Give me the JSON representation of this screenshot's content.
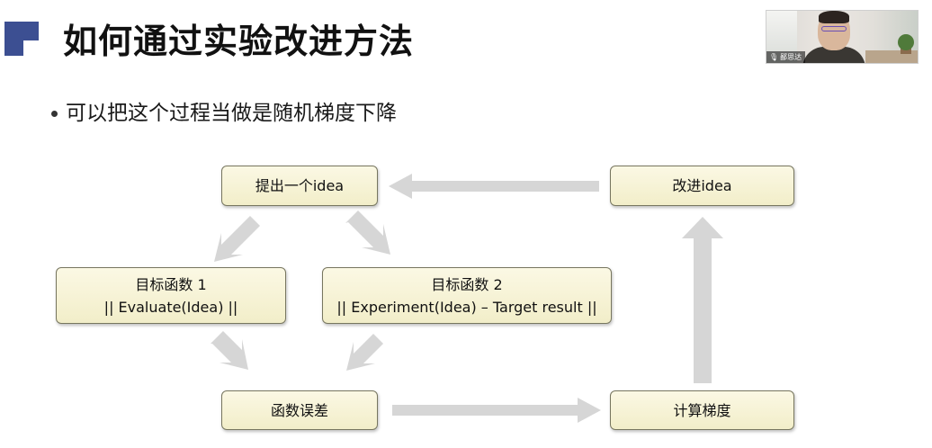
{
  "slide": {
    "title": "如何通过实验改进方法",
    "bullet": "可以把这个过程当做是随机梯度下降"
  },
  "video_overlay": {
    "participant_name": "鄙思达"
  },
  "diagram": {
    "nodes": {
      "propose_idea": "提出一个idea",
      "improve_idea": "改进idea",
      "objective_1_title": "目标函数 1",
      "objective_1_formula": "|| Evaluate(Idea) ||",
      "objective_2_title": "目标函数 2",
      "objective_2_formula": "|| Experiment(Idea) – Target result ||",
      "function_error": "函数误差",
      "compute_gradient": "计算梯度"
    },
    "arrow_color": "#d6d6d6",
    "box_fill": "#f5f2d6",
    "box_border": "#77765f"
  },
  "theme": {
    "accent": "#3c4f92"
  }
}
